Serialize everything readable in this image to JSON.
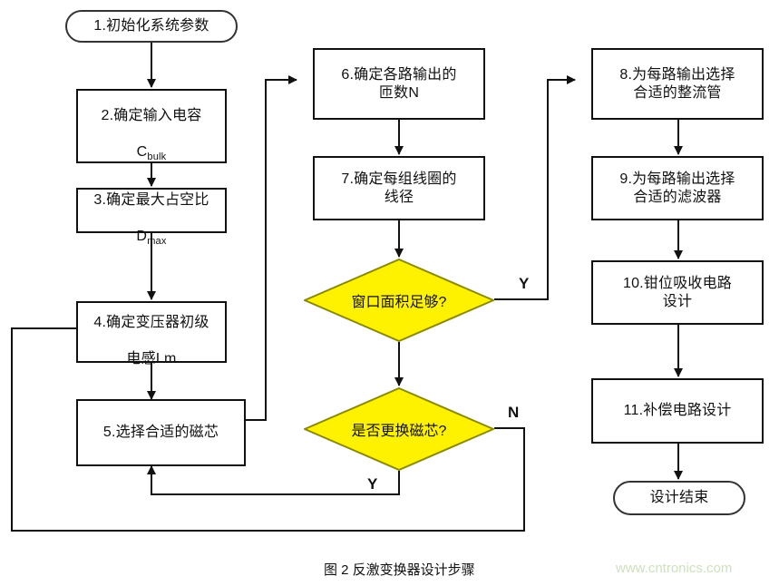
{
  "figure": {
    "caption": "图 2  反激变换器设计步骤",
    "watermark": "www.cntronics.com",
    "colors": {
      "decision_fill": "#FFF200",
      "decision_stroke": "#8a8a00",
      "line": "#111111",
      "watermark": "#cfe0c0"
    }
  },
  "nodes": {
    "start": {
      "label": "1.初始化系统参数",
      "shape": "terminator"
    },
    "step2": {
      "label": "2.确定输入电容",
      "sub": "C",
      "sub_small": "bulk",
      "shape": "process"
    },
    "step3": {
      "label": "3.确定最大占空比",
      "sub": "D",
      "sub_small": "max",
      "shape": "process"
    },
    "step4": {
      "label": "4.确定变压器初级",
      "sub": "电感Lm",
      "shape": "process"
    },
    "step5": {
      "label": "5.选择合适的磁芯",
      "shape": "process"
    },
    "step6": {
      "label": "6.确定各路输出的\n匝数N",
      "shape": "process"
    },
    "step7": {
      "label": "7.确定每组线圈的\n线径",
      "shape": "process"
    },
    "step8": {
      "label": "8.为每路输出选择\n合适的整流管",
      "shape": "process"
    },
    "step9": {
      "label": "9.为每路输出选择\n合适的滤波器",
      "shape": "process"
    },
    "step10": {
      "label": "10.钳位吸收电路\n设计",
      "shape": "process"
    },
    "step11": {
      "label": "11.补偿电路设计",
      "shape": "process"
    },
    "end": {
      "label": "设计结束",
      "shape": "terminator"
    },
    "decision1": {
      "label": "窗口面积足够?",
      "shape": "decision"
    },
    "decision2": {
      "label": "是否更换磁芯?",
      "shape": "decision"
    }
  },
  "branches": {
    "d1_yes": "Y",
    "d2_no": "N",
    "d2_yes": "Y"
  }
}
